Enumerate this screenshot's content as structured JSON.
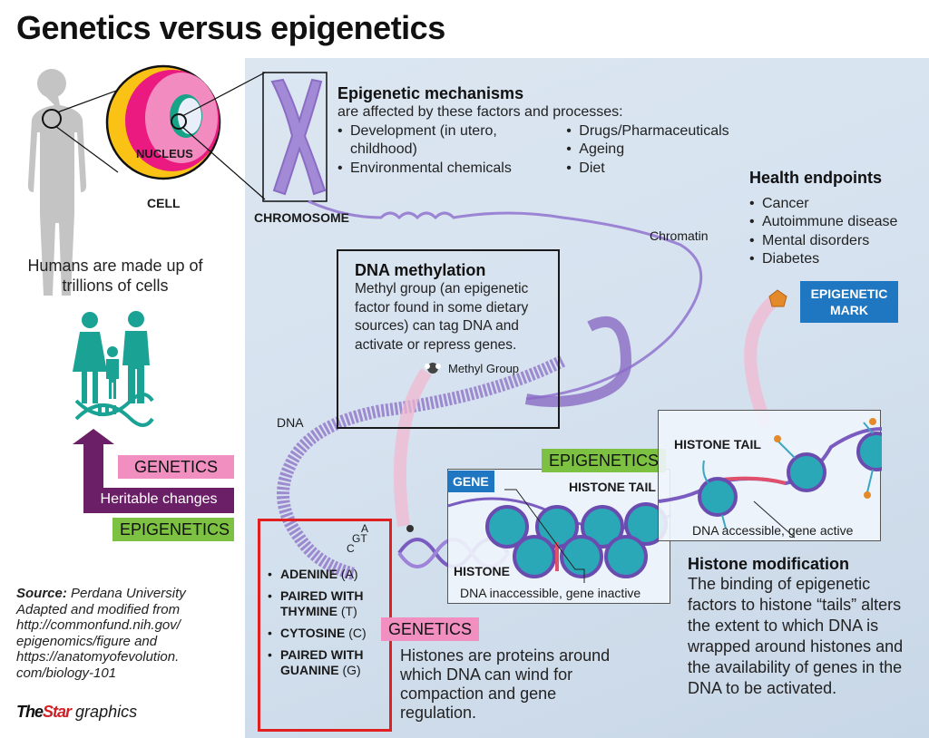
{
  "title": "Genetics versus epigenetics",
  "left": {
    "nucleus_label": "NUCLEUS",
    "cell_label": "CELL",
    "humans_text": "Humans are made up of trillions of cells",
    "tags": {
      "genetics": "GENETICS",
      "heritable": "Heritable changes",
      "epigenetics": "EPIGENETICS"
    },
    "source": {
      "label": "Source:",
      "text": "Perdana University Adapted and modified from http://commonfund.nih.gov/ epigenomics/figure and https://anatomyofevolution. com/biology-101"
    },
    "brand": {
      "the": "The",
      "star": "Star",
      "graphics": "graphics"
    }
  },
  "mechanisms": {
    "title": "Epigenetic mechanisms",
    "subtitle": "are affected by these factors and processes:",
    "col1": [
      "Development (in utero, childhood)",
      "Environmental chemicals"
    ],
    "col2": [
      "Drugs/Pharmaceuticals",
      "Ageing",
      "Diet"
    ]
  },
  "labels": {
    "chromosome": "CHROMOSOME",
    "chromatin": "Chromatin",
    "dna": "DNA",
    "methyl_group": "Methyl Group",
    "gene": "GENE",
    "histone_tail": "HISTONE TAIL",
    "histone": "HISTONE",
    "dna_inaccessible": "DNA inaccessible, gene inactive",
    "dna_accessible": "DNA accessible, gene active",
    "epigenetic_mark": "EPIGENETIC MARK",
    "epigenetics": "EPIGENETICS",
    "genetics": "GENETICS",
    "base_letters": [
      "A",
      "G",
      "T",
      "C"
    ]
  },
  "health": {
    "title": "Health endpoints",
    "items": [
      "Cancer",
      "Autoimmune disease",
      "Mental disorders",
      "Diabetes"
    ]
  },
  "methylation": {
    "title": "DNA methylation",
    "text": "Methyl group (an epigenetic factor found in some dietary sources) can tag DNA and activate or repress genes."
  },
  "bases": [
    {
      "name": "ADENINE",
      "abbr": "(A)"
    },
    {
      "name": "PAIRED WITH THYMINE",
      "abbr": "(T)"
    },
    {
      "name": "CYTOSINE",
      "abbr": "(C)"
    },
    {
      "name": "PAIRED WITH GUANINE",
      "abbr": "(G)"
    }
  ],
  "histones_text": "Histones are proteins around which DNA can wind for compaction and gene regulation.",
  "histone_modification": {
    "title": "Histone modification",
    "text": "The binding of epigenetic factors to histone “tails” alters the extent to which DNA is wrapped around histones and the availability of genes in the DNA to be activated."
  },
  "colors": {
    "genetics_pink": "#f18fc0",
    "epigenetics_green": "#7cc142",
    "heritable_purple": "#6b1f66",
    "mark_blue": "#1f77c2",
    "family_teal": "#1aa394",
    "dna_purple": "#8a6cc4",
    "histone_teal": "#2aa8b8",
    "bases_red": "#e02020"
  }
}
